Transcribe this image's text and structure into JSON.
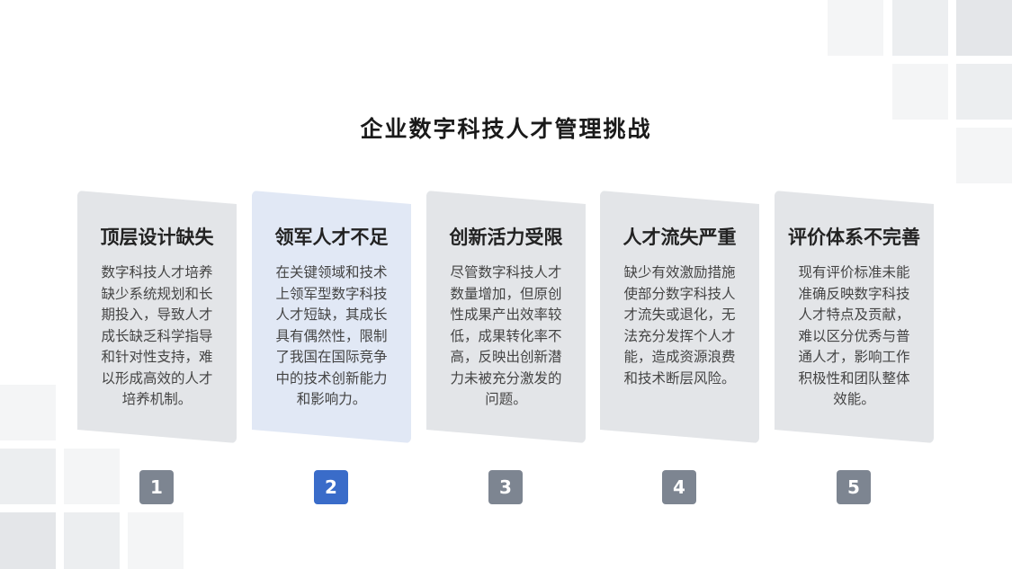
{
  "slide": {
    "title": "企业数字科技人才管理挑战"
  },
  "cards": [
    {
      "number": "1",
      "title": "顶层设计缺失",
      "body": "数字科技人才培养缺少系统规划和长期投入，导致人才成长缺乏科学指导和针对性支持，难以形成高效的人才培养机制。"
    },
    {
      "number": "2",
      "title": "领军人才不足",
      "body": "在关键领域和技术上领军型数字科技人才短缺，其成长具有偶然性，限制了我国在国际竞争中的技术创新能力和影响力。"
    },
    {
      "number": "3",
      "title": "创新活力受限",
      "body": "尽管数字科技人才数量增加，但原创性成果产出效率较低，成果转化率不高，反映出创新潜力未被充分激发的问题。"
    },
    {
      "number": "4",
      "title": "人才流失严重",
      "body": "缺少有效激励措施使部分数字科技人才流失或退化，无法充分发挥个人才能，造成资源浪费和技术断层风险。"
    },
    {
      "number": "5",
      "title": "评价体系不完善",
      "body": "现有评价标准未能准确反映数字科技人才特点及贡献，难以区分优秀与普通人才，影响工作积极性和团队整体效能。"
    }
  ],
  "active_index": 2,
  "colors": {
    "card": "#e3e5e8",
    "card_active": "#e1e8f5",
    "badge": "#7d8591",
    "badge_active": "#3a6cc9",
    "deco_squares": "#f0f1f3"
  }
}
